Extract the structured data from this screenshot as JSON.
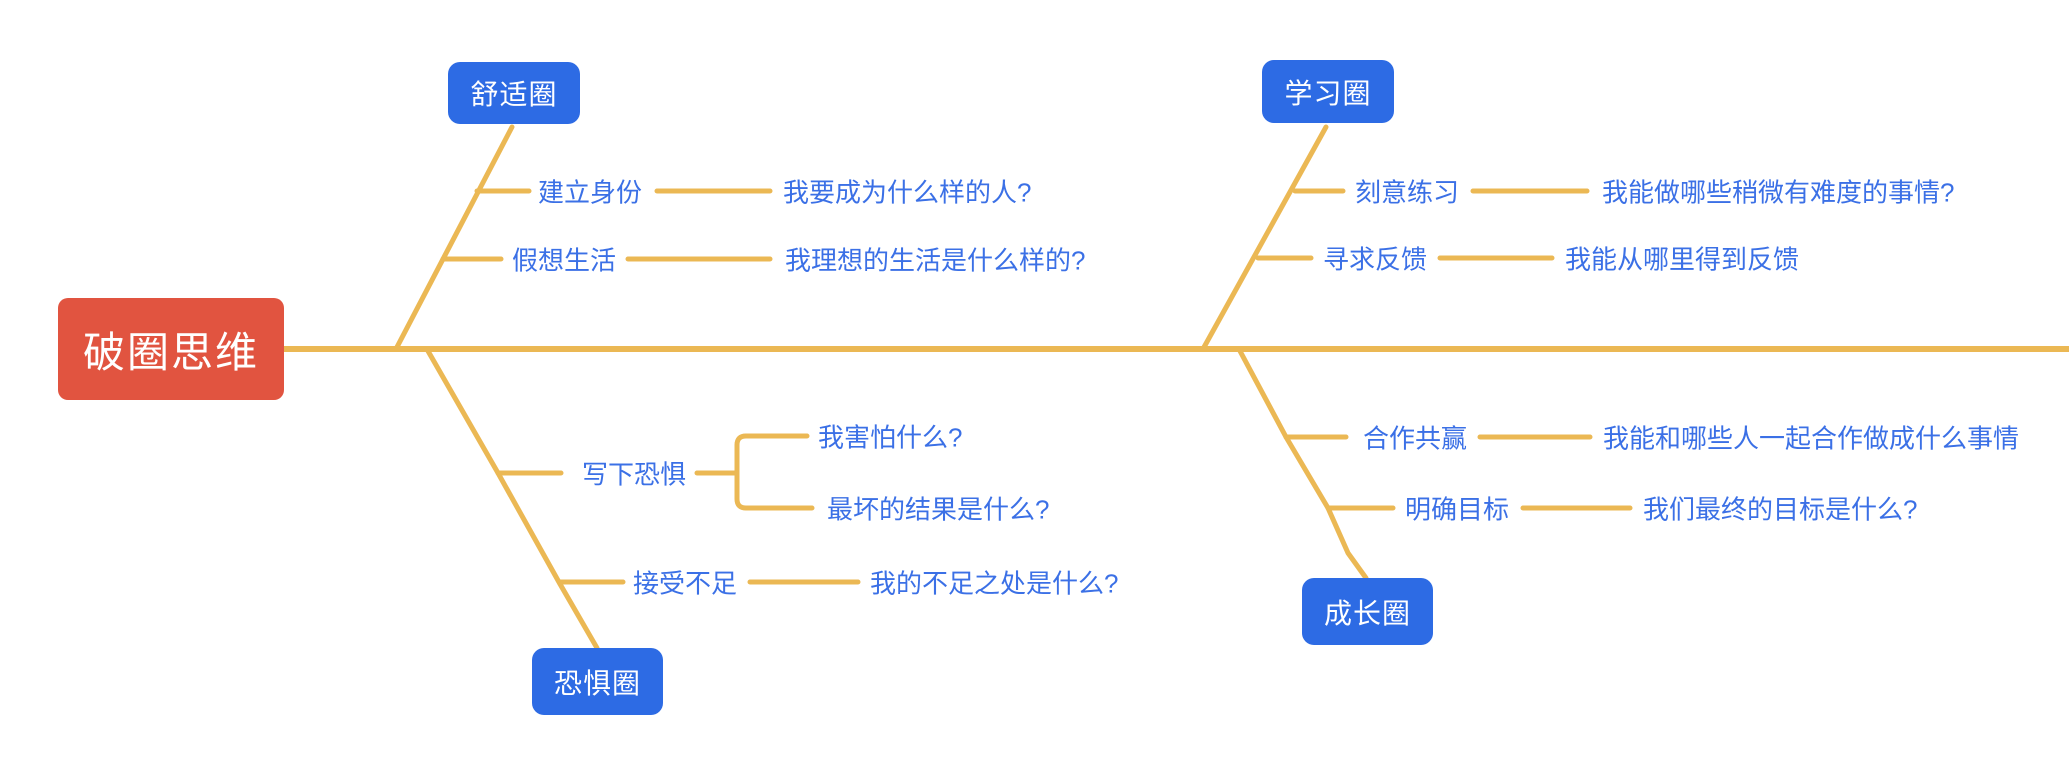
{
  "colors": {
    "root_bg": "#e15440",
    "branch_bg": "#2d6be4",
    "text_blue": "#3b70e6",
    "line": "#ebb854",
    "node_text": "#ffffff",
    "canvas_bg": "#ffffff"
  },
  "root": {
    "label": "破圈思维"
  },
  "branches": [
    {
      "label": "舒适圈",
      "position": "top-left",
      "children": [
        {
          "label": "建立身份",
          "questions": [
            "我要成为什么样的人?"
          ]
        },
        {
          "label": "假想生活",
          "questions": [
            "我理想的生活是什么样的?"
          ]
        }
      ]
    },
    {
      "label": "学习圈",
      "position": "top-right",
      "children": [
        {
          "label": "刻意练习",
          "questions": [
            "我能做哪些稍微有难度的事情?"
          ]
        },
        {
          "label": "寻求反馈",
          "questions": [
            "我能从哪里得到反馈"
          ]
        }
      ]
    },
    {
      "label": "恐惧圈",
      "position": "bottom-left",
      "children": [
        {
          "label": "写下恐惧",
          "questions": [
            "我害怕什么?",
            "最坏的结果是什么?"
          ]
        },
        {
          "label": "接受不足",
          "questions": [
            "我的不足之处是什么?"
          ]
        }
      ]
    },
    {
      "label": "成长圈",
      "position": "bottom-right",
      "children": [
        {
          "label": "合作共赢",
          "questions": [
            "我能和哪些人一起合作做成什么事情"
          ]
        },
        {
          "label": "明确目标",
          "questions": [
            "我们最终的目标是什么?"
          ]
        }
      ]
    }
  ]
}
